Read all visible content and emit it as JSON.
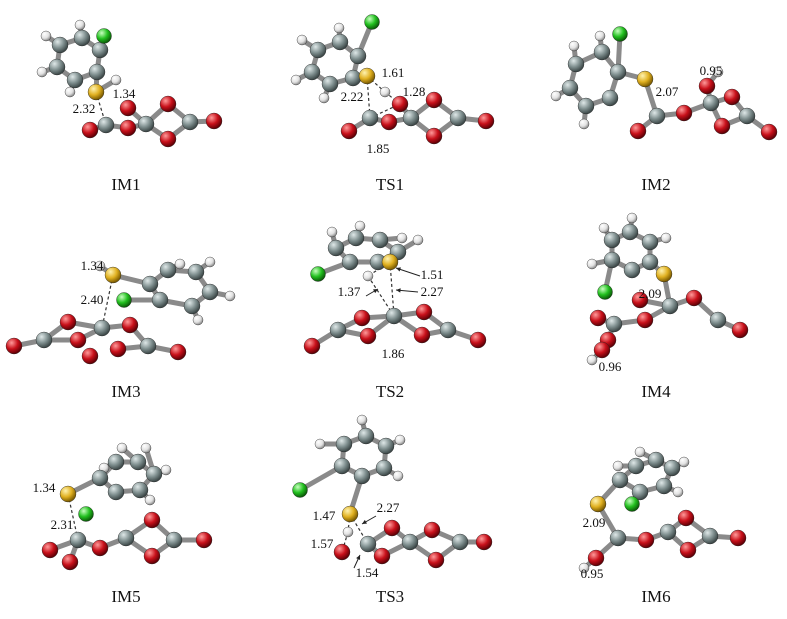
{
  "panels": [
    {
      "label": "IM1",
      "distances": [
        "2.32",
        "1.34"
      ]
    },
    {
      "label": "TS1",
      "distances": [
        "2.22",
        "1.61",
        "1.28",
        "1.85"
      ]
    },
    {
      "label": "IM2",
      "distances": [
        "2.07",
        "0.95"
      ]
    },
    {
      "label": "IM3",
      "distances": [
        "1.34",
        "2.40"
      ]
    },
    {
      "label": "TS2",
      "distances": [
        "1.51",
        "2.27",
        "1.37",
        "1.86"
      ]
    },
    {
      "label": "IM4",
      "distances": [
        "2.09",
        "0.96"
      ]
    },
    {
      "label": "IM5",
      "distances": [
        "1.34",
        "2.31"
      ]
    },
    {
      "label": "TS3",
      "distances": [
        "1.47",
        "2.27",
        "1.57",
        "1.54"
      ]
    },
    {
      "label": "IM6",
      "distances": [
        "2.09",
        "0.95"
      ]
    }
  ],
  "atom_colors": {
    "carbon": "#7f8f8f",
    "oxygen": "#c8101a",
    "sulfur": "#e0b020",
    "chlorine": "#22c01f",
    "hydrogen": "#e2e2e2"
  }
}
